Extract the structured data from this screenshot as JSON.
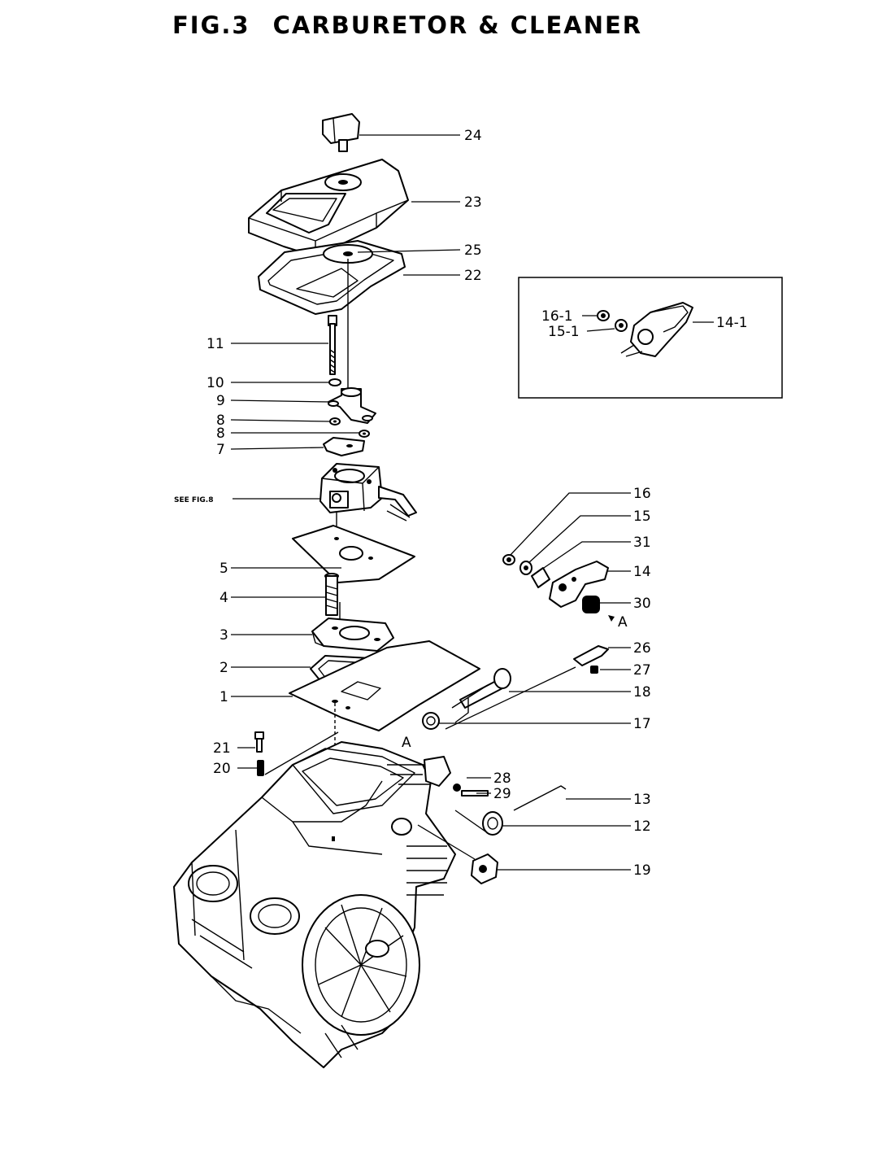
{
  "title": {
    "fig": "FIG.3",
    "name": "CARBURETOR & CLEANER"
  },
  "callouts": {
    "c24": "24",
    "c23": "23",
    "c25": "25",
    "c22": "22",
    "c11": "11",
    "c10": "10",
    "c9": "9",
    "c8a": "8",
    "c8b": "8",
    "c7": "7",
    "see_fig": "SEE FIG.8",
    "c5": "5",
    "c4": "4",
    "c3": "3",
    "c2": "2",
    "c1": "1",
    "c21": "21",
    "c20": "20",
    "c16": "16",
    "c15": "15",
    "c31": "31",
    "c14": "14",
    "c30": "30",
    "c26": "26",
    "c27": "27",
    "c18": "18",
    "c17": "17",
    "c28": "28",
    "c29": "29",
    "c13": "13",
    "c12": "12",
    "c19": "19",
    "arrow_a1": "A",
    "arrow_a2": "A"
  },
  "inset": {
    "c16_1": "16-1",
    "c15_1": "15-1",
    "c14_1": "14-1"
  }
}
